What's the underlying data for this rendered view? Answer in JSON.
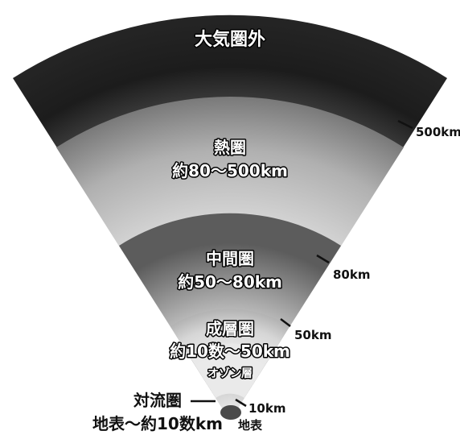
{
  "layers": [
    {
      "id": "outer-space",
      "name": "大気圏外",
      "range": ""
    },
    {
      "id": "thermosphere",
      "name": "熱圏",
      "range": "約80～500km"
    },
    {
      "id": "mesosphere",
      "name": "中間圏",
      "range": "約50～80km"
    },
    {
      "id": "stratosphere",
      "name": "成層圏",
      "range": "約10数～50km"
    },
    {
      "id": "troposphere",
      "name": "対流圏",
      "range": "地表～約10数km"
    }
  ],
  "ozone_label": "オゾン層",
  "surface_label": "地表",
  "altitude_markers": [
    "500km",
    "80km",
    "50km",
    "10km"
  ]
}
